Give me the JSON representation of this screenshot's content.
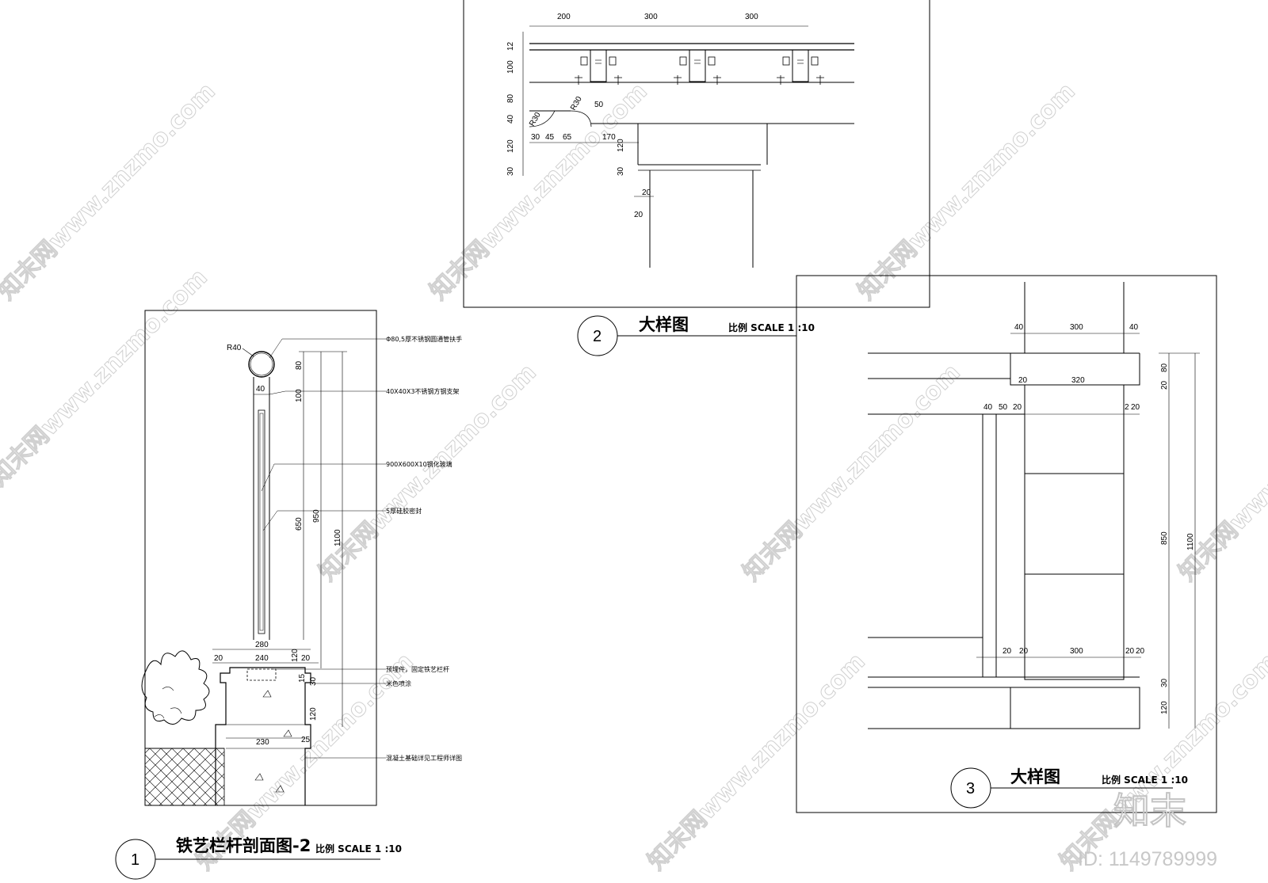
{
  "watermark": {
    "text": "知末网www.znzmo.com",
    "brand": "知末",
    "id": "ID: 1149789999"
  },
  "view1": {
    "number": "1",
    "title": "铁艺栏杆剖面图-2",
    "scale": "比例 SCALE 1 :10",
    "radius": "R40",
    "notes": [
      "Φ80,5厚不锈钢圆通管扶手",
      "40X40X3不锈钢方钢支架",
      "900X600X10钢化玻璃",
      "5厚硅胶密封",
      "预埋件，固定铁艺栏杆",
      "米色喷涂",
      "混凝土基础详见工程师详图"
    ],
    "dims": {
      "d40": "40",
      "d80": "80",
      "d100": "100",
      "d950": "950",
      "d650": "650",
      "d1100": "1100",
      "d280": "280",
      "d20a": "20",
      "d240": "240",
      "d20b": "20",
      "d120a": "120",
      "d15": "15",
      "d30": "30",
      "d120b": "120",
      "d230": "230",
      "d25": "25"
    }
  },
  "view2": {
    "number": "2",
    "title": "大样图",
    "scale": "比例 SCALE 1 :10",
    "dims": {
      "t200": "200",
      "t300a": "300",
      "t300b": "300",
      "v12": "12",
      "v100": "100",
      "v80": "80",
      "v40": "40",
      "v120": "120",
      "v30": "30",
      "r30a": "R30",
      "r30b": "R30",
      "h50": "50",
      "h30": "30",
      "h45": "45",
      "h65": "65",
      "h170": "170",
      "v120b": "120",
      "v30b": "30",
      "h20a": "20",
      "h20b": "20"
    }
  },
  "view3": {
    "number": "3",
    "title": "大样图",
    "scale": "比例 SCALE 1 :10",
    "dims": {
      "t40a": "40",
      "t300": "300",
      "t40b": "40",
      "m20": "20",
      "m320": "320",
      "r80": "80",
      "r20": "20",
      "b40": "40",
      "b50": "50",
      "b20": "20",
      "b2r": "2",
      "b20r": "20",
      "v850": "850",
      "v1100": "1100",
      "l20a": "20",
      "l20b": "20",
      "l300": "300",
      "l20c": "20",
      "l20d": "20",
      "v30": "30",
      "v120": "120"
    }
  }
}
